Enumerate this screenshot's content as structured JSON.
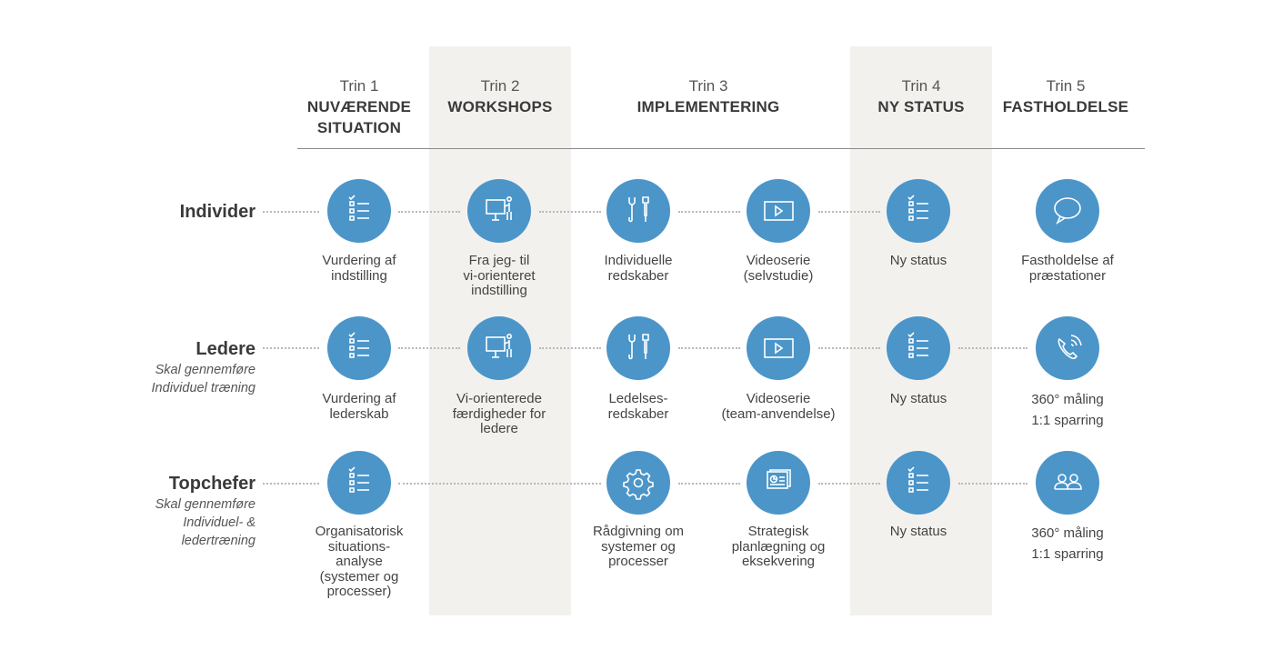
{
  "columns": [
    {
      "step": "Trin 1",
      "title": "NUVÆRENDE\nSITUATION"
    },
    {
      "step": "Trin 2",
      "title": "WORKSHOPS"
    },
    {
      "step": "Trin 3",
      "title": "IMPLEMENTERING"
    },
    {
      "step": "Trin 4",
      "title": "NY STATUS"
    },
    {
      "step": "Trin 5",
      "title": "FASTHOLDELSE"
    }
  ],
  "rows": [
    {
      "name": "Individer",
      "sub": ""
    },
    {
      "name": "Ledere",
      "sub": "Skal gennemføre\nIndividuel træning"
    },
    {
      "name": "Topchefer",
      "sub": "Skal gennemføre\nIndividuel- &\nledertræning"
    }
  ],
  "nodes": {
    "r0": [
      {
        "icon": "checklist-icon",
        "label": "Vurdering af\nindstilling"
      },
      {
        "icon": "presentation-icon",
        "label": "Fra jeg- til\nvi-orienteret\nindstilling"
      },
      {
        "icon": "tools-icon",
        "label": "Individuelle\nredskaber"
      },
      {
        "icon": "video-play-icon",
        "label": "Videoserie\n(selvstudie)"
      },
      {
        "icon": "checklist-icon",
        "label": "Ny status"
      },
      {
        "icon": "speech-bubble-icon",
        "label": "Fastholdelse af\npræstationer"
      }
    ],
    "r1": [
      {
        "icon": "checklist-icon",
        "label": "Vurdering af\nlederskab"
      },
      {
        "icon": "presentation-icon",
        "label": "Vi-orienterede\nfærdigheder for\nledere"
      },
      {
        "icon": "tools-icon",
        "label": "Ledelses-\nredskaber"
      },
      {
        "icon": "video-play-icon",
        "label": "Videoserie\n(team-anvendelse)"
      },
      {
        "icon": "checklist-icon",
        "label": "Ny status"
      },
      {
        "icon": "phone-icon",
        "label": "360° måling\n1:1 sparring"
      }
    ],
    "r2": [
      {
        "icon": "checklist-icon",
        "label": "Organisatorisk\nsituations-\nanalyse\n(systemer og\nprocesser)"
      },
      {
        "icon": "gear-icon",
        "label": "Rådgivning om\nsystemer og\nprocesser"
      },
      {
        "icon": "report-chart-icon",
        "label": "Strategisk\nplanlægning og\neksekvering"
      },
      {
        "icon": "checklist-icon",
        "label": "Ny status"
      },
      {
        "icon": "people-icon",
        "label": "360° måling\n1:1 sparring"
      }
    ]
  },
  "colors": {
    "node": "#4b95c9",
    "shade": "#f3f1ee",
    "dots": "#b9b9b9"
  }
}
